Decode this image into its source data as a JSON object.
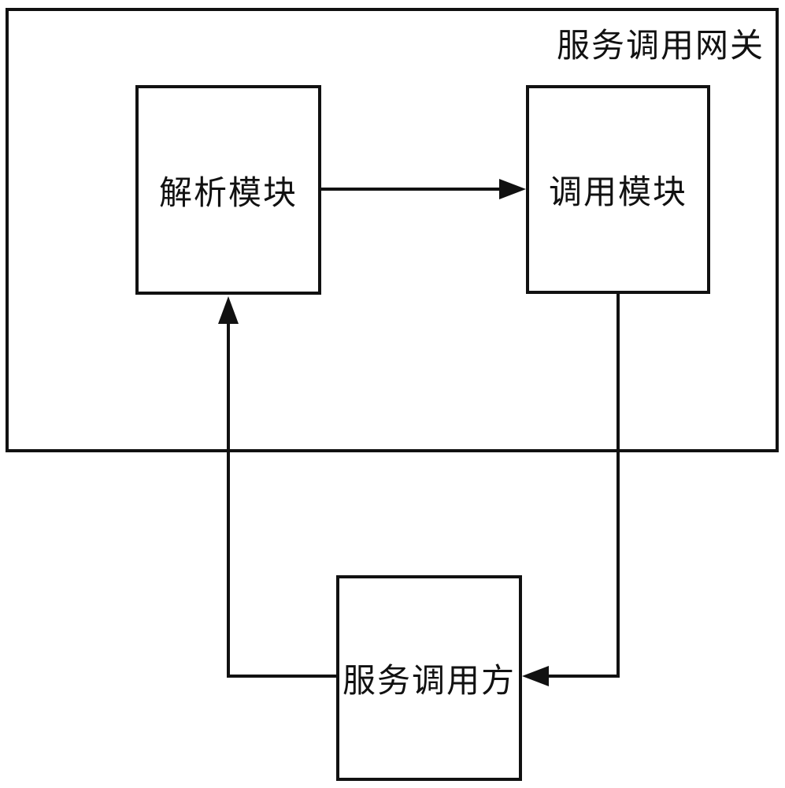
{
  "page": {
    "background_color": "#ffffff",
    "line_color": "#111111",
    "text_color": "#111111"
  },
  "diagram": {
    "gateway": {
      "label": "服务调用网关"
    },
    "modules": {
      "parse": {
        "label": "解析模块"
      },
      "invoke": {
        "label": "调用模块"
      }
    },
    "caller": {
      "label": "服务调用方"
    },
    "connections": [
      {
        "from": "解析模块",
        "to": "调用模块",
        "direction": "right"
      },
      {
        "from": "调用模块",
        "to": "服务调用方",
        "direction": "down-then-left"
      },
      {
        "from": "服务调用方",
        "to": "解析模块",
        "direction": "left-then-up"
      }
    ]
  }
}
